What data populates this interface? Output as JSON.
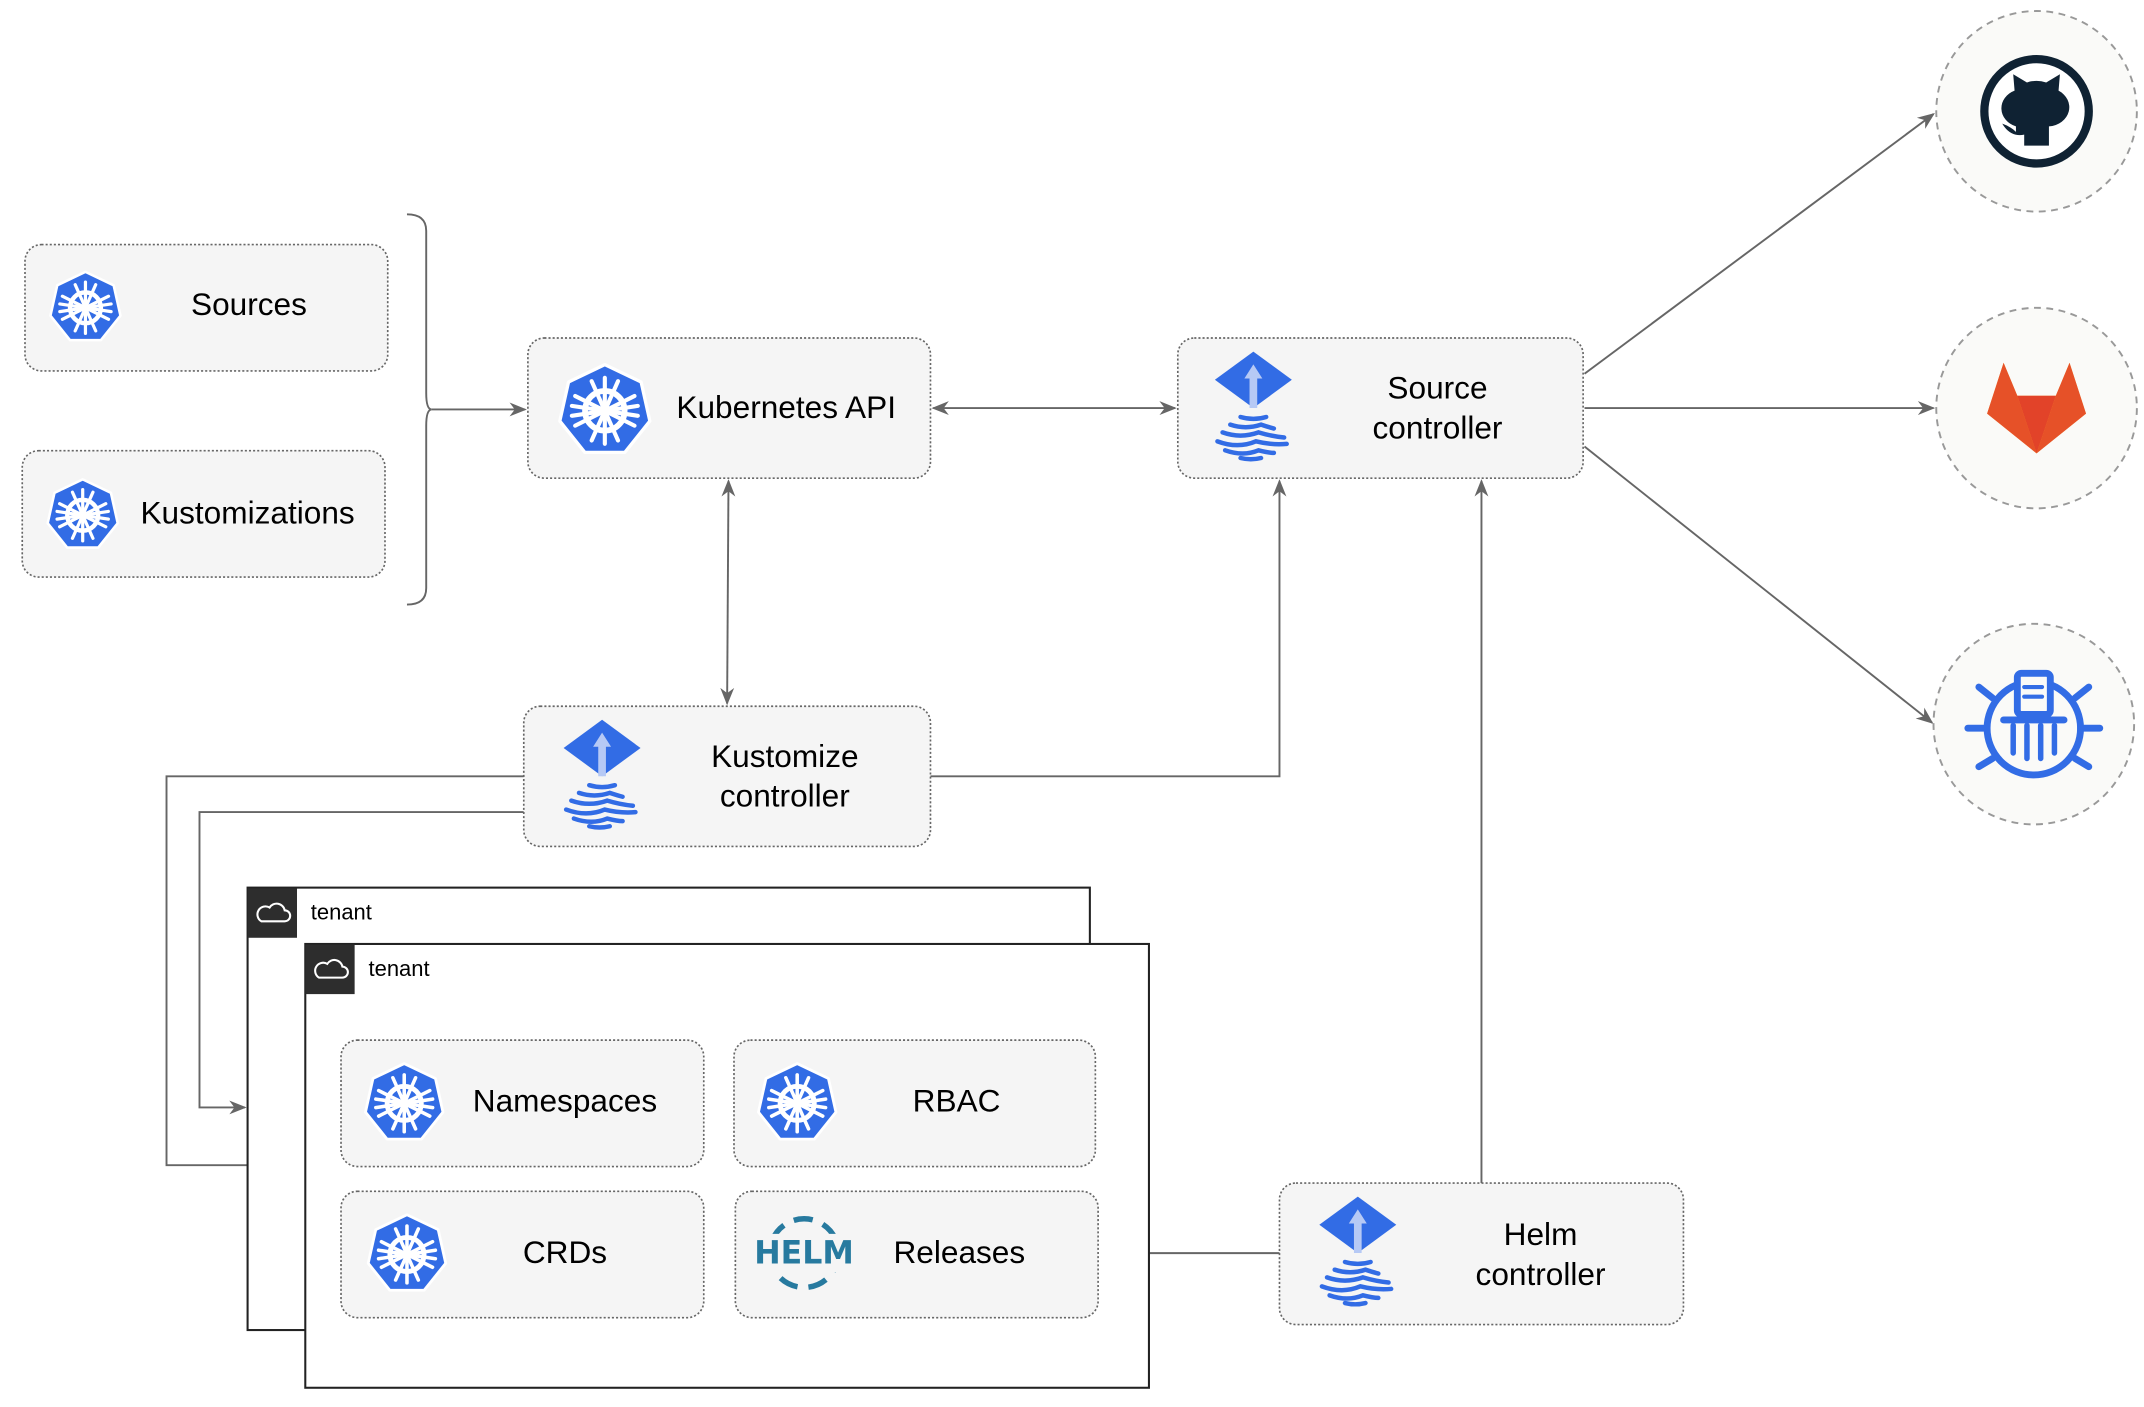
{
  "nodes": {
    "sources": "Sources",
    "kustomizations": "Kustomizations",
    "kubernetes_api": "Kubernetes API",
    "source_controller": [
      "Source",
      "controller"
    ],
    "kustomize_controller": [
      "Kustomize",
      "controller"
    ],
    "helm_controller": [
      "Helm",
      "controller"
    ],
    "namespaces": "Namespaces",
    "rbac": "RBAC",
    "crds": "CRDs",
    "releases": "Releases"
  },
  "tenants": [
    "tenant",
    "tenant"
  ],
  "repositories": [
    "github-icon",
    "gitlab-icon",
    "bucket-icon"
  ],
  "icons": {
    "kubernetes": "kubernetes-icon",
    "flux": "flux-icon",
    "helm": "helm-icon",
    "helm_logo_text": "HELM",
    "cloud": "cloud-icon"
  },
  "colors": {
    "kubernetes_blue": "#326ce5",
    "node_fill": "#f5f5f5",
    "edge": "#666666",
    "helm_blue": "#277a9f",
    "github": "#0f2233",
    "gitlab_orange": "#e24329",
    "gitlab_yellow": "#fca326"
  }
}
